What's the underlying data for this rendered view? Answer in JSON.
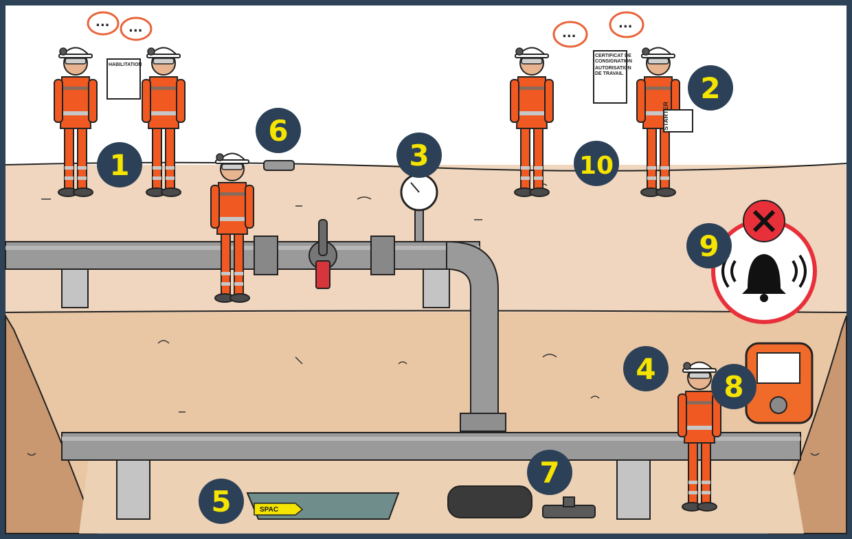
{
  "palette": {
    "frame": "#2d4256",
    "sky": "#ffffff",
    "ground_upper": "#f0d6be",
    "ground_lower": "#e9c7a5",
    "trench_wall": "#c99870",
    "trench_floor": "#ecd1b5",
    "pipe": "#9a9a9a",
    "badge_fill": "#2c4157",
    "badge_text": "#f5e400",
    "suit_orange": "#f05a22",
    "reflective": "#c7c7c7",
    "alarm_red": "#e8303a",
    "detector_orange": "#f06a2a"
  },
  "badges": [
    {
      "id": "1",
      "label": "1"
    },
    {
      "id": "2",
      "label": "2"
    },
    {
      "id": "3",
      "label": "3"
    },
    {
      "id": "4",
      "label": "4"
    },
    {
      "id": "5",
      "label": "5"
    },
    {
      "id": "6",
      "label": "6"
    },
    {
      "id": "7",
      "label": "7"
    },
    {
      "id": "8",
      "label": "8"
    },
    {
      "id": "9",
      "label": "9"
    },
    {
      "id": "10",
      "label": "10"
    }
  ],
  "documents": {
    "habilitation": "HABILITATION",
    "certificat_line1": "CERTIFICAT DE",
    "certificat_line2": "CONSIGNATION",
    "autorisation_line1": "AUTORISATION",
    "autorisation_line2": "DE TRAVAIL",
    "starter": "STARTER"
  },
  "spill_kit_label": "SPAC",
  "speech_bubble_text": "...",
  "icons": {
    "alarm": "bell-icon",
    "cancel": "x-icon",
    "gauge": "pressure-gauge-icon",
    "lock": "padlock-icon"
  }
}
